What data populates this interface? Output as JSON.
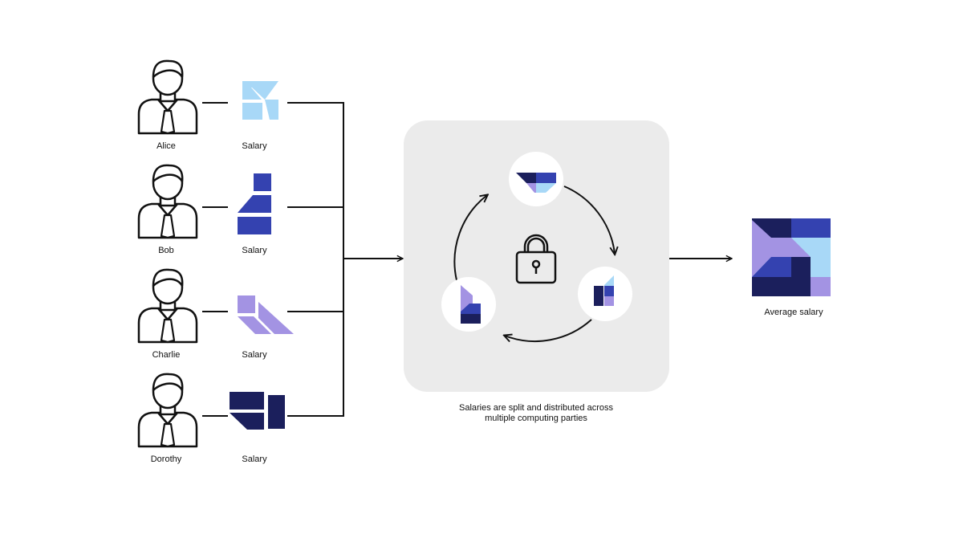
{
  "people": [
    {
      "name": "Alice",
      "salary_label": "Salary"
    },
    {
      "name": "Bob",
      "salary_label": "Salary"
    },
    {
      "name": "Charlie",
      "salary_label": "Salary"
    },
    {
      "name": "Dorothy",
      "salary_label": "Salary"
    }
  ],
  "compute": {
    "caption_line1": "Salaries are split and distributed across",
    "caption_line2": "multiple computing parties"
  },
  "output": {
    "label": "Average salary"
  },
  "icons": [
    "person-icon",
    "salary-share-icon",
    "lock-icon",
    "computing-party-icon",
    "average-salary-icon"
  ],
  "colors": {
    "navy": "#1b1f5c",
    "blue": "#3442b0",
    "light_blue": "#a8d8f7",
    "lavender": "#a393e3",
    "panel": "#ebebeb",
    "line": "#111111"
  }
}
